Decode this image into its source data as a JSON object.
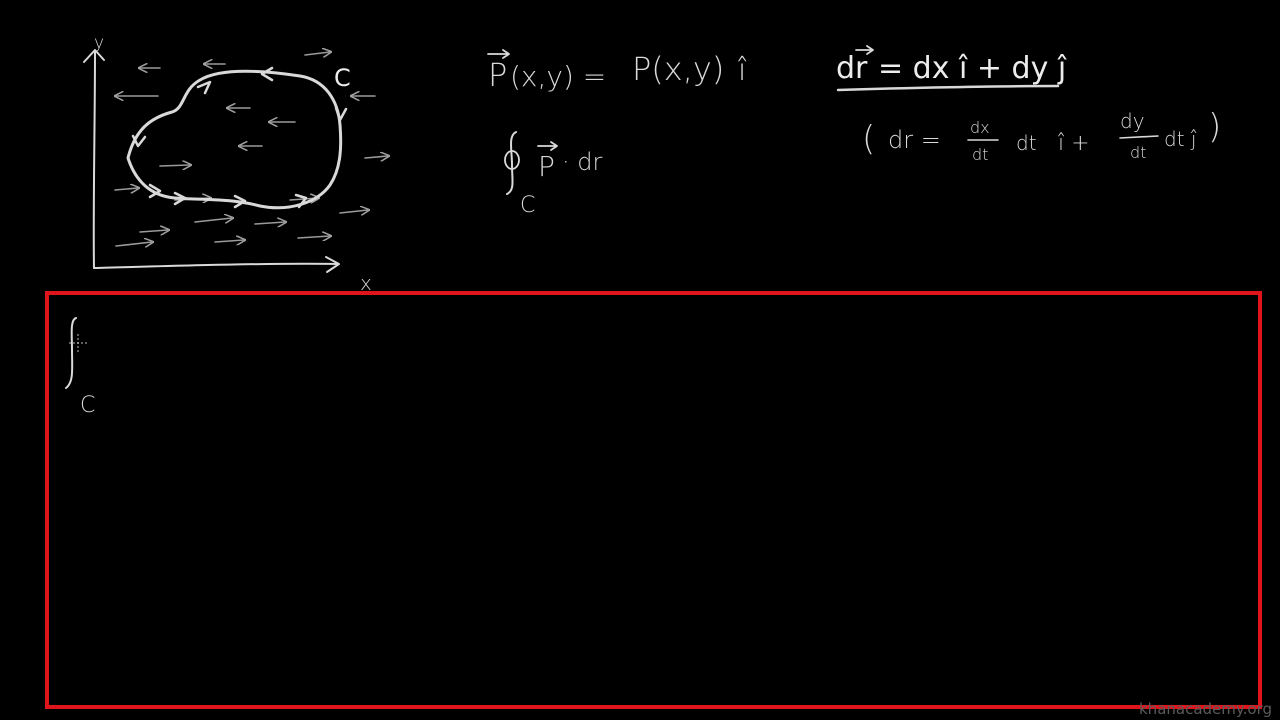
{
  "graph": {
    "y_axis_label": "y",
    "x_axis_label": "x",
    "curve_label": "C"
  },
  "equations": {
    "field_lhs": "P",
    "field_args": "(x,y) =",
    "field_rhs": "P(x,y)",
    "field_unit": "î",
    "line_integral_sub": "C",
    "line_integral_vec": "P",
    "line_integral_diff": "· dr",
    "dr_def_lhs": "dr",
    "dr_def_rhs": "= dx î + dy ĵ",
    "dr_param_open": "(",
    "dr_param_lhs": "dr =",
    "dr_param_dx_num": "dx",
    "dr_param_dx_den": "dt",
    "dr_param_dt1": "dt",
    "dr_param_i": "î +",
    "dr_param_dy_num": "dy",
    "dr_param_dy_den": "dt",
    "dr_param_dt2": "dt ĵ",
    "dr_param_close": ")"
  },
  "work_area": {
    "integral_sub": "C"
  },
  "watermark": "khanacademy.org",
  "colors": {
    "background": "#000000",
    "ink": "#d9d9d9",
    "highlight_box": "#e0141b"
  }
}
